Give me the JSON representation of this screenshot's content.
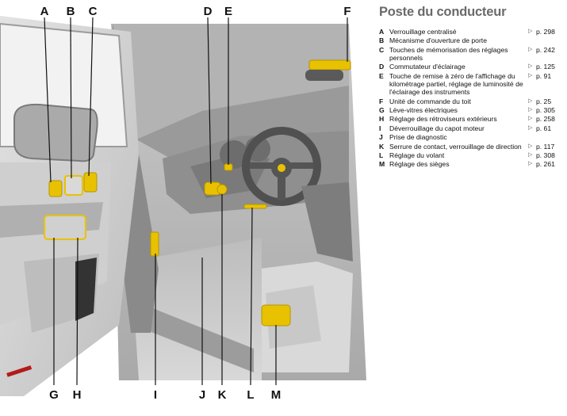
{
  "title": "Poste du conducteur",
  "arrow_glyph": "▷",
  "items": [
    {
      "letter": "A",
      "label": "Verrouillage centralisé",
      "page": "p. 298"
    },
    {
      "letter": "B",
      "label": "Mécanisme d'ouverture de porte",
      "page": ""
    },
    {
      "letter": "C",
      "label": "Touches de mémorisation des réglages personnels",
      "page": "p. 242"
    },
    {
      "letter": "D",
      "label": "Commutateur d'éclairage",
      "page": "p. 125"
    },
    {
      "letter": "E",
      "label": "Touche de remise à zéro de l'affichage du kilométrage partiel, réglage de luminosité de l'éclairage des instruments",
      "page": "p. 91"
    },
    {
      "letter": "F",
      "label": "Unité de commande du toit",
      "page": "p. 25"
    },
    {
      "letter": "G",
      "label": "Lève-vitres électriques",
      "page": "p. 305"
    },
    {
      "letter": "H",
      "label": "Réglage des rétroviseurs extérieurs",
      "page": "p. 258"
    },
    {
      "letter": "I",
      "label": "Déverrouillage du capot moteur",
      "page": "p. 61"
    },
    {
      "letter": "J",
      "label": "Prise de diagnostic",
      "page": ""
    },
    {
      "letter": "K",
      "label": "Serrure de contact, verrouillage de direction",
      "page": "p. 117"
    },
    {
      "letter": "L",
      "label": "Réglage du volant",
      "page": "p. 308"
    },
    {
      "letter": "M",
      "label": "Réglage des sièges",
      "page": "p. 261"
    }
  ],
  "callouts": {
    "top": [
      "A",
      "B",
      "C",
      "D",
      "E",
      "F"
    ],
    "bottom": [
      "G",
      "H",
      "I",
      "J",
      "K",
      "L",
      "M"
    ]
  },
  "colors": {
    "highlight": "#e8c200",
    "title": "#6a6a6a"
  }
}
